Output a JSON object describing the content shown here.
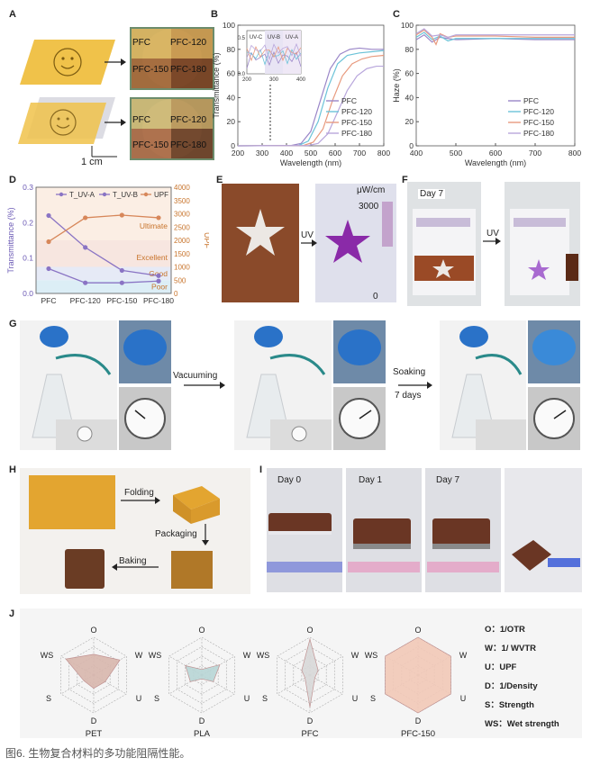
{
  "caption": "图6. 生物复合材料的多功能阻隔性能。",
  "panel_letters": [
    "A",
    "B",
    "C",
    "D",
    "E",
    "F",
    "G",
    "H",
    "I",
    "J"
  ],
  "panelA": {
    "tiles": [
      "PFC",
      "PFC-120",
      "PFC-150",
      "PFC-180"
    ],
    "scale_label": "1 cm"
  },
  "panelE": {
    "unit": "μW/cm",
    "scale_top": "3000",
    "scale_bottom": "0",
    "arrow_label": "UV"
  },
  "panelF": {
    "day_label": "Day 7",
    "arrow_label": "UV"
  },
  "panelG": {
    "step1": "Vacuuming",
    "step2_line1": "Soaking",
    "step2_line2": "7 days"
  },
  "panelH": {
    "folding": "Folding",
    "packaging": "Packaging",
    "baking": "Baking"
  },
  "panelI": {
    "days": [
      "Day 0",
      "Day 1",
      "Day 7"
    ]
  },
  "panelJ": {
    "labels": [
      "PET",
      "PLA",
      "PFC",
      "PFC-150"
    ],
    "axes": [
      "O",
      "W",
      "U",
      "D",
      "S",
      "WS"
    ],
    "legend": [
      "O：1/OTR",
      "W：1/ WVTR",
      "U：UPF",
      "D：1/Density",
      "S：Strength",
      "WS：Wet strength"
    ],
    "colors": [
      "#d9b7ae",
      "#b9d6d6",
      "#d9d9d9",
      "#f2c9b8"
    ],
    "values": [
      [
        0.55,
        0.8,
        0.35,
        0.35,
        0.3,
        0.85
      ],
      [
        0.15,
        0.55,
        0.35,
        0.1,
        0.35,
        0.5
      ],
      [
        0.95,
        0.25,
        0.15,
        0.85,
        0.15,
        0.25
      ],
      [
        1,
        1,
        1,
        1,
        1,
        1
      ]
    ]
  },
  "chart_data": [
    {
      "panel": "B",
      "type": "line",
      "xlabel": "Wavelength (nm)",
      "ylabel": "Transmittance (%)",
      "xlim": [
        200,
        800
      ],
      "ylim": [
        0,
        100
      ],
      "xticks": [
        200,
        300,
        400,
        500,
        600,
        700,
        800
      ],
      "yticks": [
        0,
        20,
        40,
        60,
        80,
        100
      ],
      "inset": {
        "labels": [
          "UV-C",
          "UV-B",
          "UV-A"
        ],
        "xticks": [
          200,
          300,
          400
        ],
        "yticks": [
          0.0,
          0.5
        ]
      },
      "series": [
        {
          "name": "PFC",
          "color": "#9a86c8",
          "x": [
            200,
            420,
            460,
            500,
            540,
            580,
            620,
            660,
            700,
            750,
            800
          ],
          "y": [
            0,
            0.3,
            2,
            12,
            38,
            64,
            76,
            80,
            81,
            80,
            80
          ]
        },
        {
          "name": "PFC-120",
          "color": "#6cc3d8",
          "x": [
            200,
            450,
            490,
            530,
            570,
            610,
            650,
            700,
            750,
            800
          ],
          "y": [
            0,
            0.3,
            4,
            20,
            48,
            68,
            75,
            77,
            78,
            79
          ]
        },
        {
          "name": "PFC-150",
          "color": "#e89a7e",
          "x": [
            200,
            470,
            510,
            550,
            590,
            630,
            670,
            710,
            750,
            800
          ],
          "y": [
            0,
            0.3,
            3,
            14,
            38,
            58,
            68,
            72,
            74,
            75
          ]
        },
        {
          "name": "PFC-180",
          "color": "#b8a6dc",
          "x": [
            200,
            490,
            530,
            570,
            610,
            650,
            690,
            730,
            770,
            800
          ],
          "y": [
            0,
            0.3,
            2,
            10,
            28,
            46,
            58,
            64,
            66,
            66
          ]
        }
      ]
    },
    {
      "panel": "C",
      "type": "line",
      "xlabel": "Wavelength (nm)",
      "ylabel": "Haze (%)",
      "xlim": [
        400,
        800
      ],
      "ylim": [
        0,
        100
      ],
      "xticks": [
        400,
        500,
        600,
        700,
        800
      ],
      "yticks": [
        0,
        20,
        40,
        60,
        80,
        100
      ],
      "series": [
        {
          "name": "PFC",
          "color": "#9a86c8",
          "x": [
            400,
            420,
            440,
            460,
            480,
            500,
            600,
            700,
            800
          ],
          "y": [
            88,
            92,
            86,
            90,
            89,
            88,
            89,
            88,
            88
          ]
        },
        {
          "name": "PFC-120",
          "color": "#6cc3d8",
          "x": [
            400,
            420,
            440,
            460,
            480,
            500,
            600,
            700,
            800
          ],
          "y": [
            90,
            94,
            88,
            91,
            87,
            89,
            89,
            89,
            89
          ]
        },
        {
          "name": "PFC-150",
          "color": "#e89a7e",
          "x": [
            400,
            420,
            440,
            450,
            460,
            480,
            500,
            600,
            700,
            800
          ],
          "y": [
            92,
            96,
            90,
            84,
            93,
            90,
            91,
            91,
            90,
            90
          ]
        },
        {
          "name": "PFC-180",
          "color": "#b8a6dc",
          "x": [
            400,
            420,
            440,
            460,
            480,
            500,
            600,
            700,
            800
          ],
          "y": [
            93,
            97,
            91,
            92,
            90,
            92,
            92,
            92,
            92
          ]
        }
      ]
    },
    {
      "panel": "D",
      "type": "line",
      "categories": [
        "PFC",
        "PFC-120",
        "PFC-150",
        "PFC-180"
      ],
      "ylabel": "Transmittance (%)",
      "y2label": "UPF",
      "ylim": [
        0.0,
        0.3
      ],
      "y2lim": [
        0,
        4000
      ],
      "yticks": [
        0.0,
        0.1,
        0.2,
        0.3
      ],
      "y2ticks": [
        0,
        500,
        1000,
        1500,
        2000,
        2500,
        3000,
        3500,
        4000
      ],
      "zones": [
        "Poor",
        "Good",
        "Excellent",
        "Ultimate"
      ],
      "series": [
        {
          "name": "T_UV-A",
          "axis": "left",
          "color": "#8a74c4",
          "values": [
            0.22,
            0.13,
            0.065,
            0.05
          ]
        },
        {
          "name": "T_UV-B",
          "axis": "left",
          "color": "#8a74c4",
          "values": [
            0.07,
            0.03,
            0.03,
            0.035
          ]
        },
        {
          "name": "UPF",
          "axis": "right",
          "color": "#d7875a",
          "values": [
            1950,
            2850,
            2950,
            2850
          ]
        }
      ]
    }
  ]
}
